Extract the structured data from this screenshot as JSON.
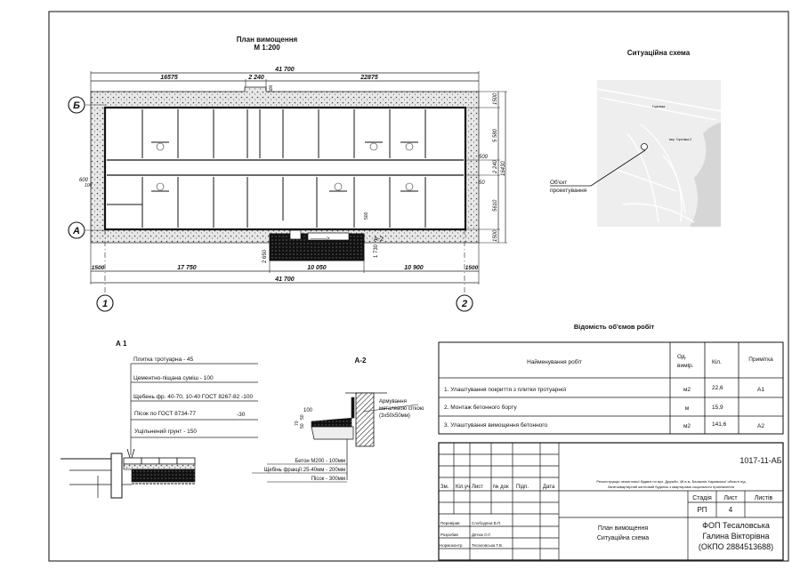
{
  "plan": {
    "title": "План вимощення",
    "scale": "М 1:200",
    "dims_top": {
      "total": "41 700",
      "left": "16575",
      "mid": "2 240",
      "right": "22875",
      "small": "500"
    },
    "dims_bottom": {
      "edge_left": "1500",
      "a": "17 750",
      "b": "10 050",
      "c": "10 900",
      "edge_right": "1500",
      "total": "41 700",
      "step_left": "2 650",
      "step_right": "1 730",
      "inner": "500"
    },
    "dims_right": {
      "top": "1500",
      "upper": "5 580",
      "corridor": "2 240",
      "total": "16430",
      "lower": "5610",
      "bottom": "1500",
      "n1": "500",
      "n2": "50"
    },
    "dims_left": {
      "n1": "600",
      "n2": "100"
    },
    "axes": {
      "b": "Б",
      "a": "А",
      "one": "1",
      "two": "2"
    },
    "zone_label": "А-2"
  },
  "situation": {
    "title": "Ситуаційна схема",
    "object_label_1": "Об'єкт",
    "object_label_2": "проектування",
    "map_labels": [
      "Горіхівка",
      "мкр. Горіхівка-2"
    ]
  },
  "a1": {
    "title": "А 1",
    "layers": [
      "Плитка тротуарна  - 45",
      "Цементно-піщана суміш  - 100",
      "Щебень фр. 40-70, 10-40 ГОСТ 8267-82   -100",
      "Пісок по ГОСТ 8734-77",
      "Ущільнений грунт  - 150"
    ],
    "sand_value": "-30"
  },
  "a2": {
    "title": "А-2",
    "layers": [
      "Бетон М200 - 100мм",
      "Щебінь фракції 25-40мм - 200мм",
      "Пісок - 300мм"
    ],
    "rebar_1": "Армування",
    "rebar_2": "металевою сіткою",
    "rebar_3": "(3x50x50мм)",
    "dims": [
      "100",
      "70",
      "50",
      "50"
    ]
  },
  "works": {
    "title": "Відомість об'ємов робіт",
    "headers": {
      "name": "Найменування робіт",
      "unit_1": "Од.",
      "unit_2": "вимір.",
      "qty": "Кіл.",
      "note": "Примітка"
    },
    "rows": [
      {
        "name": "1. Улаштування покриття з плитки тротуарної",
        "unit": "м2",
        "qty": "22,6",
        "note": "А1"
      },
      {
        "name": "2. Монтаж бетонного борту",
        "unit": "м",
        "qty": "15,9",
        "note": ""
      },
      {
        "name": "3. Улаштування вимощення бетонного",
        "unit": "м2",
        "qty": "141,6",
        "note": "А2"
      }
    ]
  },
  "title_block": {
    "code": "1017-11-АБ",
    "project_1": "Реконструкція нежитлової будівлі по вул. Дружби, 48 в м. Балаклія Харківської області під",
    "project_2": "багатоквартирний житловий будинок з квартирами соціального призначення",
    "cols": [
      "Зм.",
      "Кіл.уч",
      "Лист",
      "№ док",
      "Підп.",
      "Дата"
    ],
    "stage_label": "Стадія",
    "sheet_label": "Лист",
    "sheets_label": "Листів",
    "stage": "РП",
    "sheet": "4",
    "roles": [
      {
        "role": "Перевірив",
        "name": "Слободяна В.П."
      },
      {
        "role": "Розробив",
        "name": "Дятюк О.Г."
      },
      {
        "role": "Нормоконтр.",
        "name": "Тесаловська Г.В."
      }
    ],
    "sheet_title_1": "План вимощення",
    "sheet_title_2": "Ситуаційна схема",
    "org_1": "ФОП Тесаловська",
    "org_2": "Галина Вікторівна",
    "org_3": "(ОКПО 2884513688)"
  }
}
